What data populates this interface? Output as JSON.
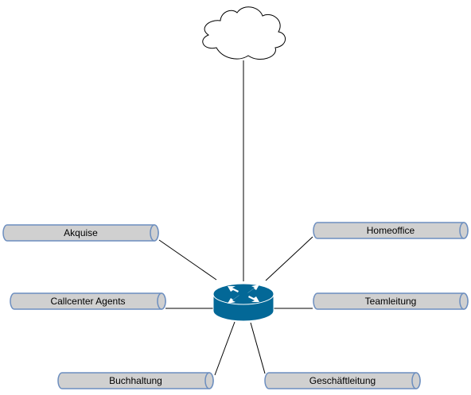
{
  "diagram": {
    "cloud": {
      "icon": "cloud-icon"
    },
    "router": {
      "icon": "router-icon",
      "color": "#036897"
    },
    "segments": [
      {
        "id": "akquise",
        "label": "Akquise"
      },
      {
        "id": "homeoffice",
        "label": "Homeoffice"
      },
      {
        "id": "callcenter-agents",
        "label": "Callcenter Agents"
      },
      {
        "id": "teamleitung",
        "label": "Teamleitung"
      },
      {
        "id": "buchhaltung",
        "label": "Buchhaltung"
      },
      {
        "id": "geschaeftsleitung",
        "label": "Geschäftleitung"
      }
    ],
    "colors": {
      "pipe_fill": "#d0d0d0",
      "pipe_stroke": "#6c8ebf",
      "line": "#000000",
      "router_top": "#036897",
      "router_arrows": "#ffffff"
    }
  }
}
